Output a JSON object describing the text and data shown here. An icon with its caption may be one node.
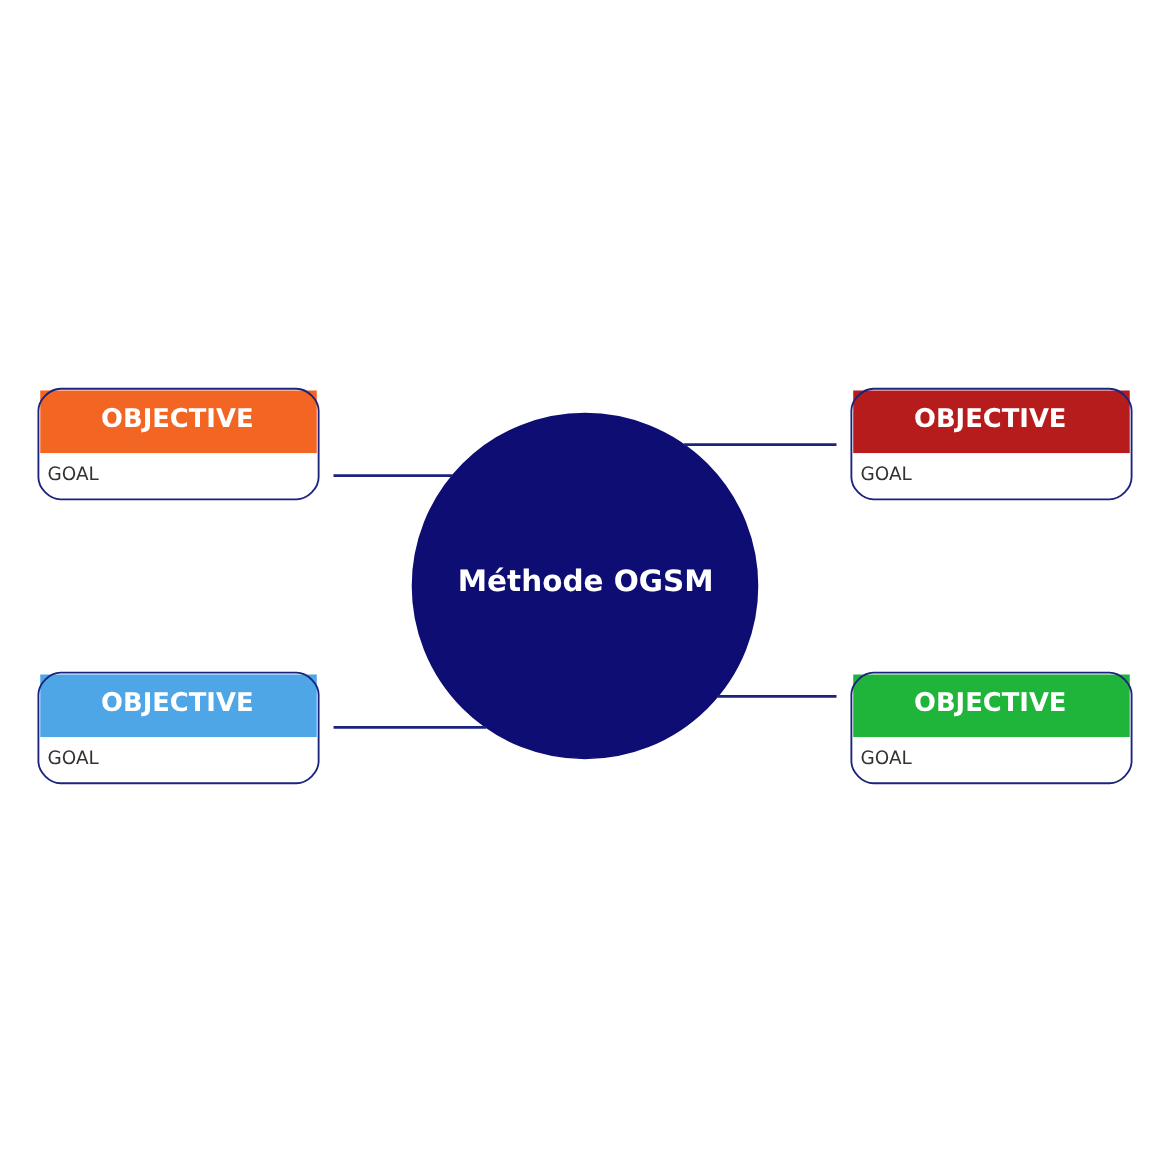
{
  "diagram": {
    "nodes": [
      {
        "text": [
          "Méthode OGSM"
        ]
      },
      {
        "text": [
          "OBJECTIVE",
          "GOAL"
        ]
      },
      {
        "text": [
          "OBJECTIVE",
          "GOAL"
        ]
      },
      {
        "text": [
          "OBJECTIVE",
          "GOAL"
        ]
      },
      {
        "text": [
          "OBJECTIVE",
          "GOAL"
        ]
      }
    ],
    "edges": [
      {
        "from": 0,
        "to": 1,
        "arrow": "none"
      },
      {
        "from": 0,
        "to": 2,
        "arrow": "none"
      },
      {
        "from": 0,
        "to": 3,
        "arrow": "none"
      },
      {
        "from": 0,
        "to": 4,
        "arrow": "none"
      }
    ]
  }
}
